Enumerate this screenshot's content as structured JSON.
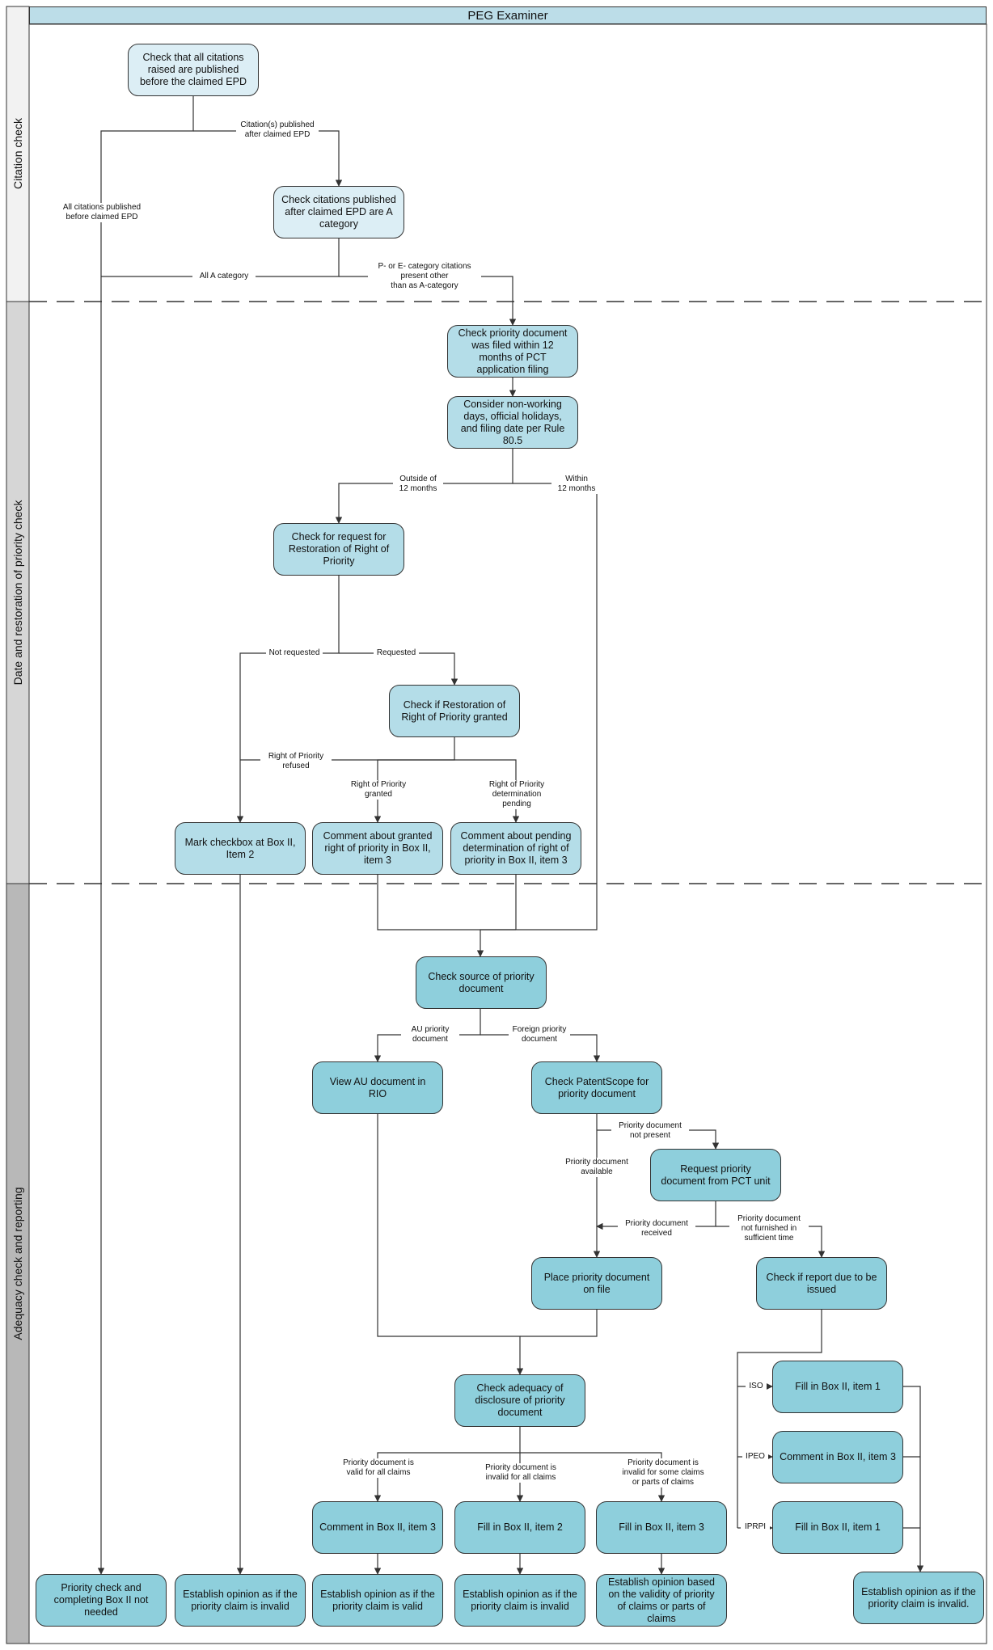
{
  "title": "PEG Examiner",
  "lanes": [
    {
      "id": "citation",
      "label": "Citation check",
      "color": "#f2f2f2"
    },
    {
      "id": "date",
      "label": "Date and restoration of priority check",
      "color": "#d6d6d6"
    },
    {
      "id": "adequacy",
      "label": "Adequacy check and reporting",
      "color": "#b8b8b8"
    }
  ],
  "colors": {
    "lane1_box": "#dceef5",
    "lane2_box": "#b4dde8",
    "lane3_box": "#8ecfdc",
    "line": "#333333"
  },
  "nodes": {
    "check_citations_published": "Check that all citations raised are published before the claimed EPD",
    "check_a_category": "Check citations published after claimed EPD are A category",
    "check_12_months": "Check priority document was filed within 12 months of PCT application filing",
    "consider_nonworking": "Consider non-working days, official holidays, and filing date per Rule 80.5",
    "check_restoration_request": "Check for request for Restoration of Right of Priority",
    "check_restoration_granted": "Check if Restoration of Right of Priority granted",
    "mark_checkbox": "Mark checkbox at Box II, Item 2",
    "comment_granted": "Comment about granted right of priority in Box II, item 3",
    "comment_pending": "Comment about pending determination of right of priority in Box II, item 3",
    "check_source": "Check source of priority document",
    "view_au": "View AU document in RIO",
    "check_patentscope": "Check PatentScope for priority document",
    "request_priority": "Request priority document from PCT unit",
    "place_on_file": "Place priority document on file",
    "check_report_due": "Check if report due to be issued",
    "check_adequacy": "Check adequacy of disclosure of priority document",
    "comment_box2_item3": "Comment in Box II, item 3",
    "fill_box2_item2": "Fill in Box II, item 2",
    "fill_box2_item3": "Fill in Box II, item 3",
    "iso_fill_item1": "Fill in Box II, item 1",
    "ipeo_comment_item3": "Comment in Box II, item 3",
    "iprpi_fill_item1": "Fill in Box II, item 1",
    "not_needed": "Priority check and completing Box II not needed",
    "invalid_from_refused": "Establish opinion as if the priority claim is invalid",
    "valid_opinion": "Establish opinion as if the priority claim is valid",
    "invalid_all": "Establish opinion as if the priority claim is invalid",
    "partial_opinion": "Establish opinion based on the validity of priority of claims or parts of claims",
    "invalid_report": "Establish opinion as if the priority claim is invalid."
  },
  "labels": {
    "after_epd": "Citation(s) published\nafter claimed EPD",
    "before_epd": "All citations published\nbefore claimed EPD",
    "all_a": "All A category",
    "p_e_cat": "P- or E- category citations\npresent other\nthan as A-category",
    "outside_12": "Outside of\n12 months",
    "within_12": "Within\n12 months",
    "not_requested": "Not requested",
    "requested": "Requested",
    "refused": "Right of Priority\nrefused",
    "granted": "Right of Priority\ngranted",
    "pending": "Right of Priority\ndetermination\npending",
    "au_doc": "AU priority\ndocument",
    "foreign_doc": "Foreign priority\ndocument",
    "not_present": "Priority document\nnot present",
    "available": "Priority document\navailable",
    "received": "Priority document\nreceived",
    "not_furnished": "Priority document\nnot furnished in\nsufficient time",
    "valid_all": "Priority document is\nvalid for all claims",
    "invalid_all": "Priority document is\ninvalid for all claims",
    "invalid_some": "Priority document is\ninvalid for some claims\nor parts of claims",
    "iso": "ISO",
    "ipeo": "IPEO",
    "iprpi": "IPRPI"
  }
}
